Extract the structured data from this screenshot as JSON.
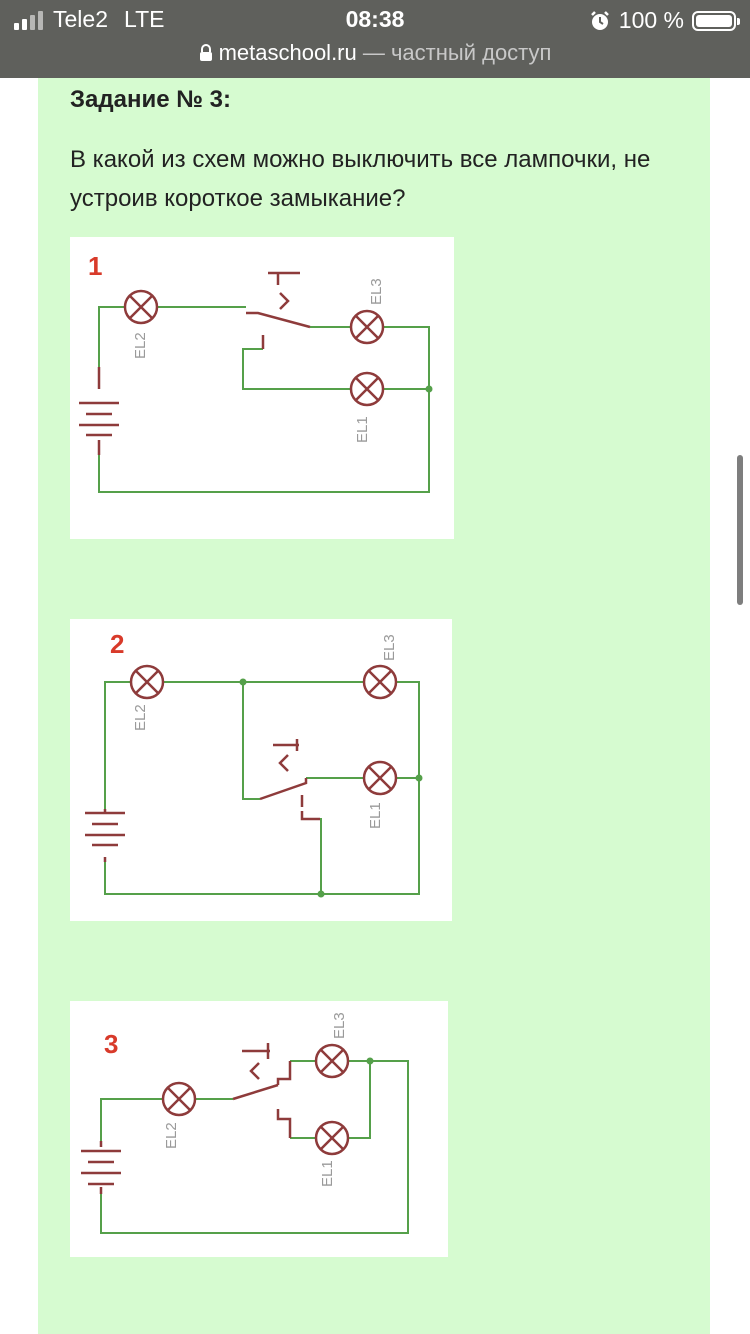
{
  "status_bar": {
    "carrier": "Tele2",
    "network": "LTE",
    "time": "08:38",
    "battery": "100 %"
  },
  "address_bar": {
    "host": "metaschool.ru",
    "suffix": " — частный доступ"
  },
  "task": {
    "title": "Задание № 3:",
    "question": "В какой из схем можно выключить все лампочки, не устроив короткое замыкание?"
  },
  "diagrams": [
    {
      "number": "1",
      "labels": {
        "el1": "EL1",
        "el2": "EL2",
        "el3": "EL3"
      }
    },
    {
      "number": "2",
      "labels": {
        "el1": "EL1",
        "el2": "EL2",
        "el3": "EL3"
      }
    },
    {
      "number": "3",
      "labels": {
        "el1": "EL1",
        "el2": "EL2",
        "el3": "EL3"
      }
    }
  ],
  "colors": {
    "page_background": "#d6fbd0",
    "status_bar": "#5f605c",
    "wire": "#55a04a",
    "component": "#8e3b3b",
    "diagram_number": "#d83a2a",
    "component_label": "#9a9a9a"
  },
  "icons": [
    "signal-icon",
    "alarm-icon",
    "battery-icon",
    "lock-icon"
  ]
}
